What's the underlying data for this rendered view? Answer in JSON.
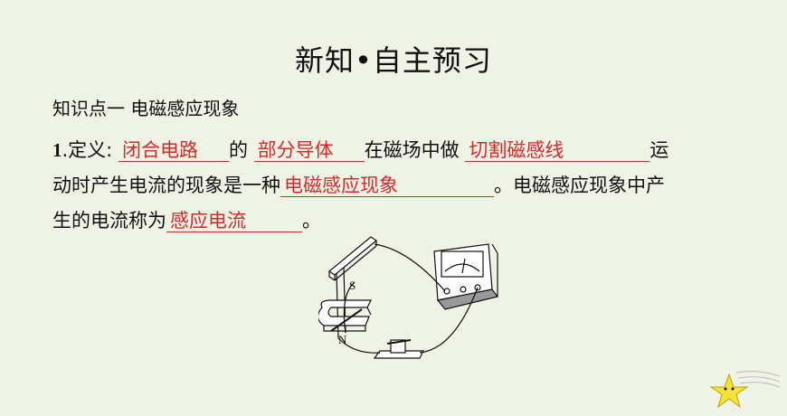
{
  "title": "新知•自主预习",
  "section": "知识点一  电磁感应现象",
  "definition": {
    "number": "1",
    "prefix": ".定义:",
    "blank1": "闭合电路",
    "text1": "的",
    "blank2": "部分导体",
    "text2": "在磁场中做",
    "blank3": "切割磁感线",
    "text3": "运",
    "line2_start": "动时产生电流的现象是一种",
    "blank4": "电磁感应现象",
    "text4": "。电磁感应现象中产",
    "line3_start": "生的电流称为",
    "blank5": "感应电流",
    "text5": "。"
  },
  "diagram": {
    "label_s": "S",
    "label_n": "N"
  },
  "colors": {
    "background": "#eef3e6",
    "answer": "#d62a2a"
  }
}
